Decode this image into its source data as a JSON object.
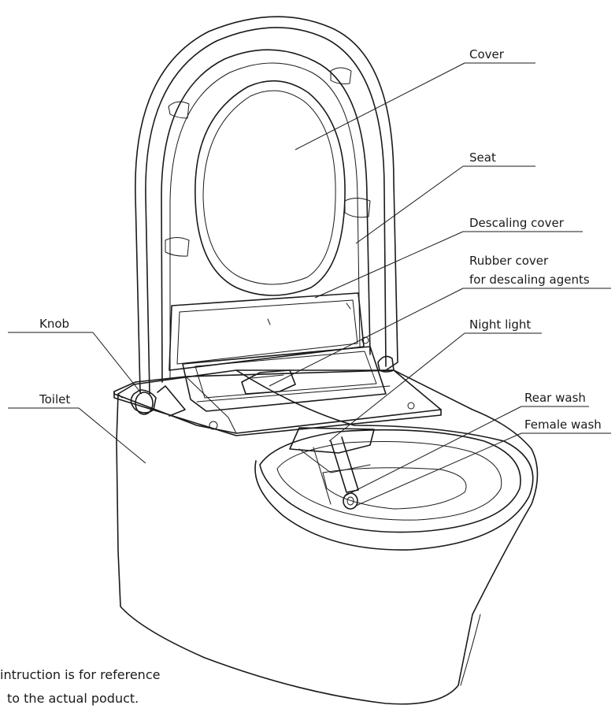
{
  "labels": {
    "cover": "Cover",
    "seat": "Seat",
    "descaling_cover": "Descaling cover",
    "rubber_cover_line1": "Rubber cover",
    "rubber_cover_line2": "for descaling agents",
    "knob": "Knob",
    "night_light": "Night light",
    "toilet": "Toilet",
    "rear_wash": "Rear wash",
    "female_wash": "Female wash"
  },
  "note": {
    "line1": "intruction is for reference",
    "line2": "to the actual poduct."
  }
}
